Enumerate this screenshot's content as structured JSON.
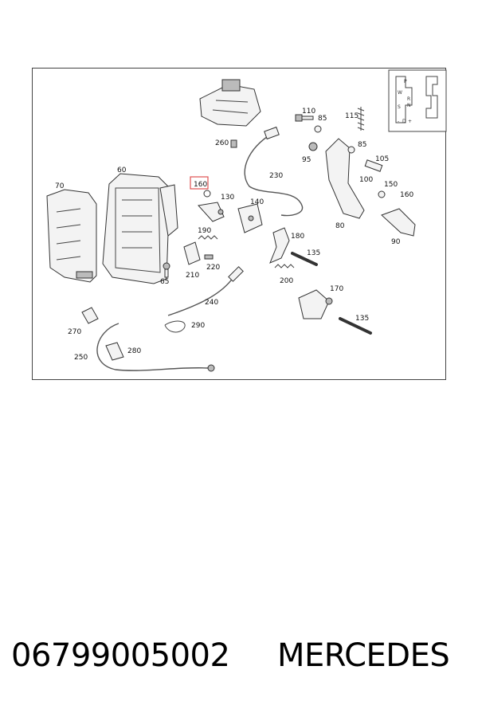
{
  "diagram": {
    "highlighted_label": "160",
    "labels": {
      "l60": "60",
      "l70": "70",
      "l65": "65",
      "l80": "80",
      "l85a": "85",
      "l85b": "85",
      "l90": "90",
      "l95": "95",
      "l100": "100",
      "l105": "105",
      "l110": "110",
      "l115": "115",
      "l130": "130",
      "l135a": "135",
      "l135b": "135",
      "l140": "140",
      "l150": "150",
      "l160b": "160",
      "l170": "170",
      "l180": "180",
      "l190": "190",
      "l200": "200",
      "l210": "210",
      "l220": "220",
      "l230": "230",
      "l240": "240",
      "l250": "250",
      "l260": "260",
      "l270": "270",
      "l280": "280",
      "l290": "290"
    },
    "inset_letters": [
      "P",
      "R",
      "N",
      "W",
      "S",
      "D",
      "-",
      "+"
    ]
  },
  "footer": {
    "part_number": "06799005002",
    "brand": "MERCEDES"
  }
}
